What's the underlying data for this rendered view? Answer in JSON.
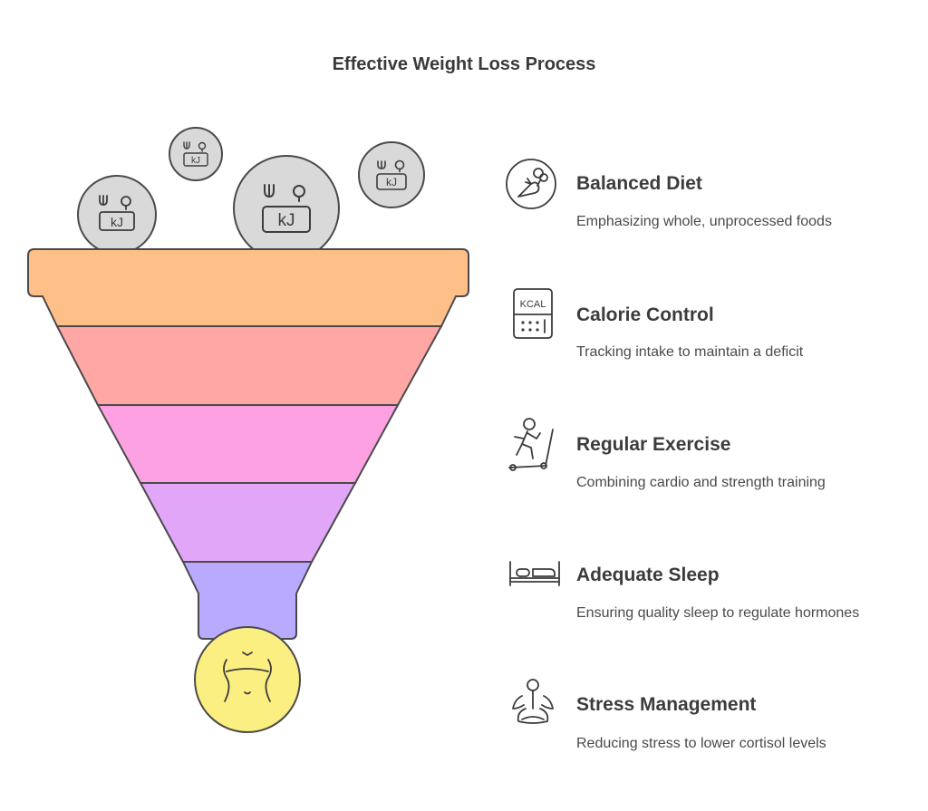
{
  "title": "Effective Weight Loss Process",
  "colors": {
    "rim": "#ffbf88",
    "layer1": "#ffa7a4",
    "layer2": "#fea1e2",
    "layer3": "#e1a6f8",
    "spout": "#baaaff",
    "output": "#fcef82",
    "bubble": "#d9d9d9",
    "outline": "#4a4a4a"
  },
  "funnel_input_bubbles": {
    "icon": "fork-knife-kilojoule-icon",
    "label": "kJ",
    "count": 4
  },
  "funnel_output": {
    "icon": "slim-waist-icon"
  },
  "items": [
    {
      "title": "Balanced Diet",
      "description": "Emphasizing whole, unprocessed foods",
      "icon": "carrot-broccoli-icon"
    },
    {
      "title": "Calorie Control",
      "description": "Tracking intake to maintain a deficit",
      "icon": "kcal-calculator-icon",
      "icon_label": "KCAL"
    },
    {
      "title": "Regular Exercise",
      "description": "Combining cardio and strength training",
      "icon": "treadmill-runner-icon"
    },
    {
      "title": "Adequate Sleep",
      "description": "Ensuring quality sleep to regulate hormones",
      "icon": "bed-icon"
    },
    {
      "title": "Stress Management",
      "description": "Reducing stress to lower cortisol levels",
      "icon": "meditation-icon"
    }
  ]
}
